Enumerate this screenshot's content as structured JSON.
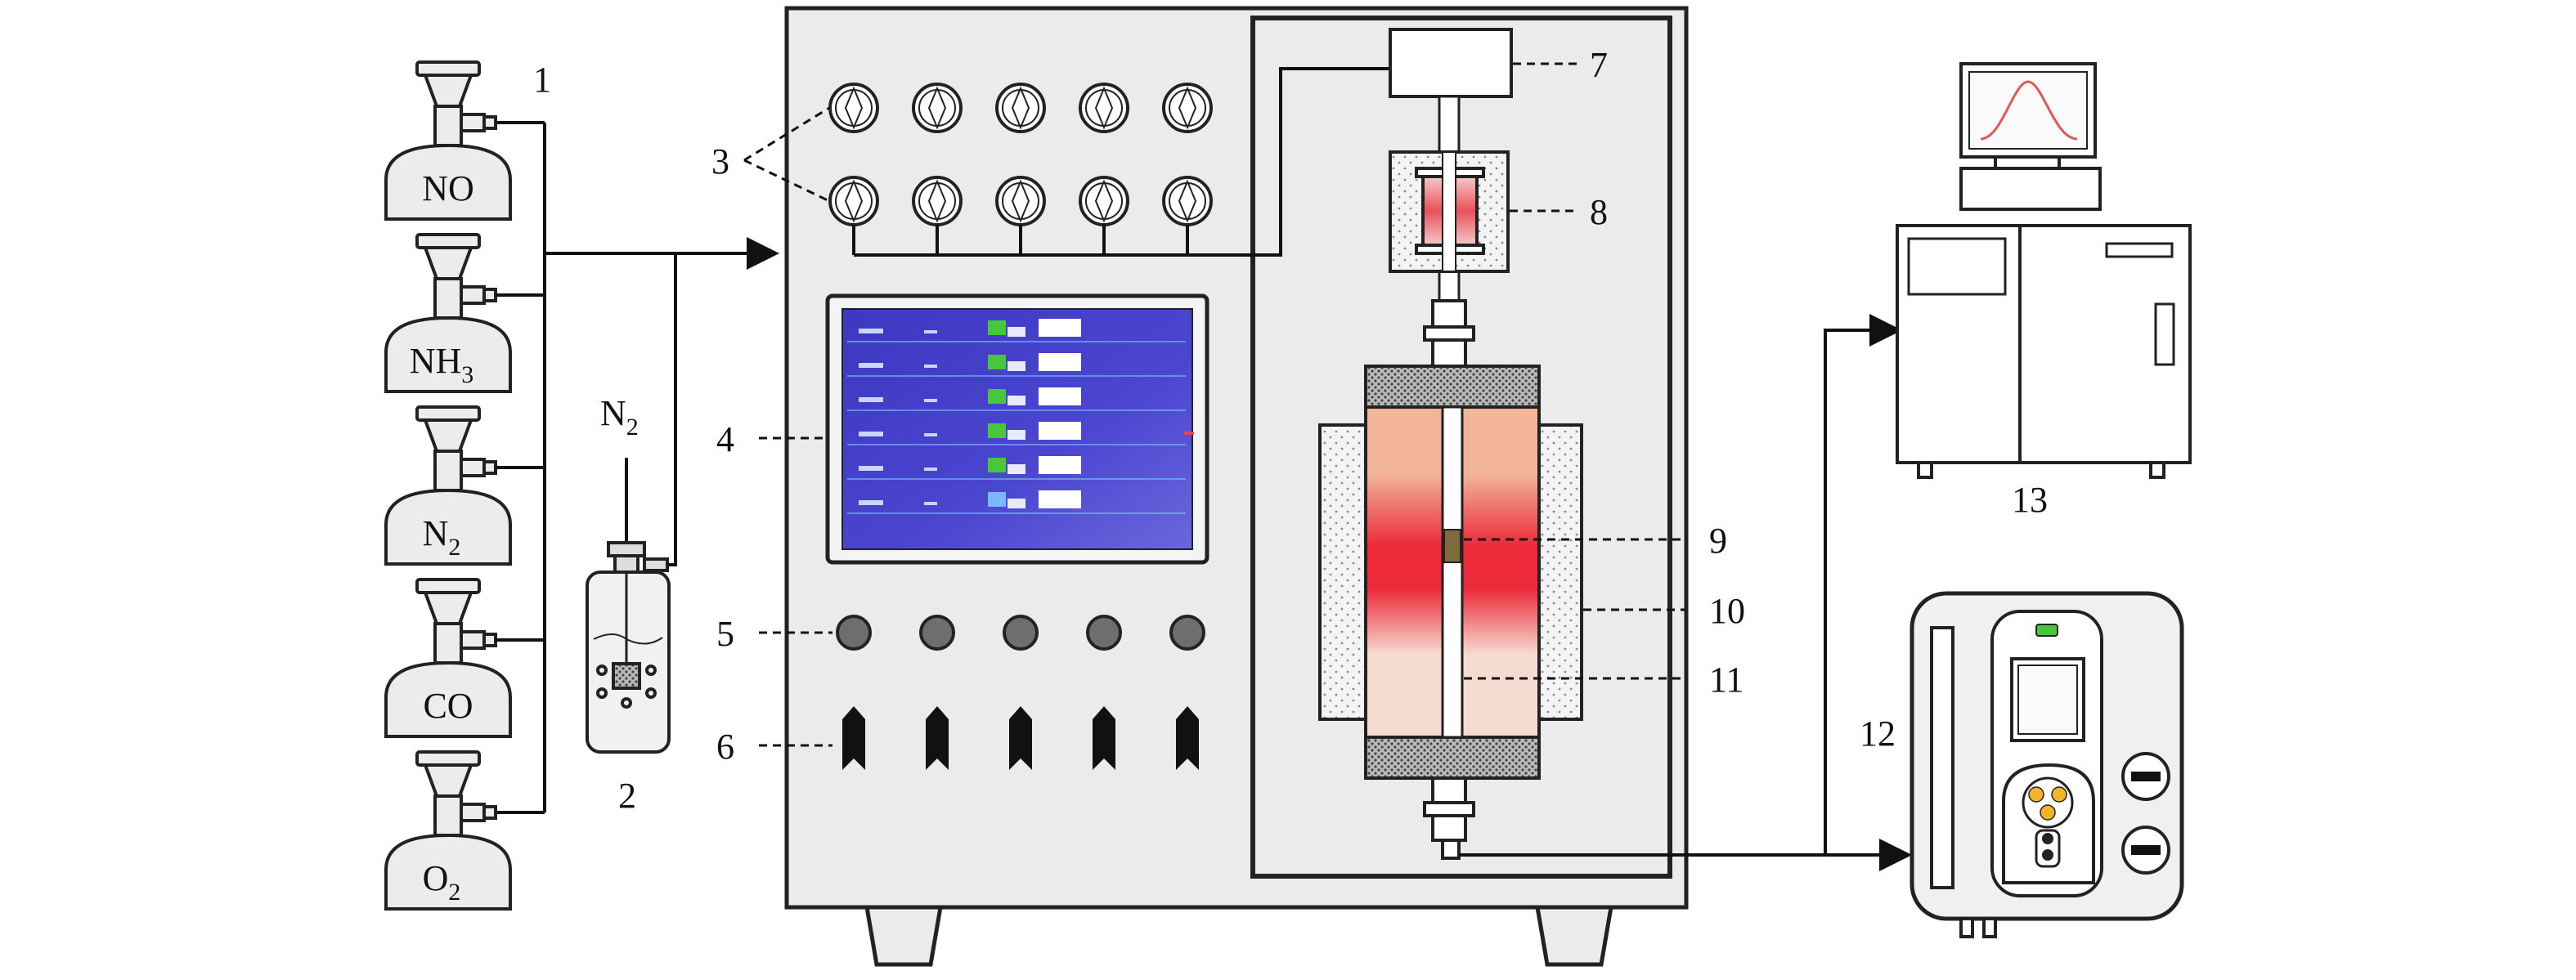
{
  "labels": {
    "n1": "1",
    "n2": "2",
    "n3": "3",
    "n4": "4",
    "n5": "5",
    "n6": "6",
    "n7": "7",
    "n8": "8",
    "n9": "9",
    "n10": "10",
    "n11": "11",
    "n12": "12",
    "n13": "13"
  },
  "cylinders": [
    {
      "main": "NO",
      "sub": ""
    },
    {
      "main": "NH",
      "sub": "3"
    },
    {
      "main": "N",
      "sub": "2"
    },
    {
      "main": "CO",
      "sub": ""
    },
    {
      "main": "O",
      "sub": "2"
    }
  ],
  "saturator": {
    "main": "N",
    "sub": "2"
  },
  "colors": {
    "panel": "#ebebeb",
    "screen": "#3f3cc8",
    "furnace_hot": "#ec2a3a",
    "furnace_warm": "#f2b59a",
    "furnace_cool": "#f6dcd0",
    "screen_green": "#46c83c",
    "curve": "#e05858",
    "button_yellow": "#f1b52a"
  },
  "icons": [
    "gas-cylinder-icon",
    "flow-meter-icon",
    "pressure-gauge-icon",
    "knob-icon",
    "valve-icon",
    "heater-icon",
    "tube-furnace-icon",
    "gas-chromatograph-icon",
    "gas-analyzer-icon"
  ]
}
